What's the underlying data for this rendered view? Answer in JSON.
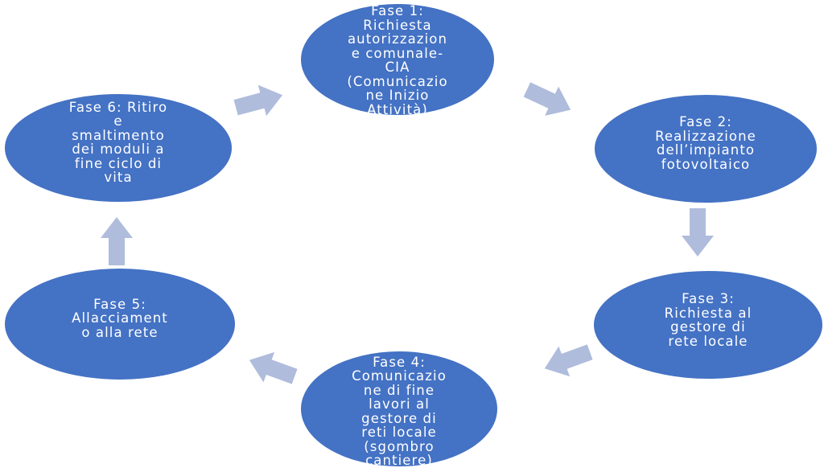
{
  "colors": {
    "node_fill": "#4472C4",
    "arrow_fill": "#AFBCDC",
    "text": "#FFFFFF"
  },
  "phases": [
    {
      "id": 1,
      "label": "Fase 1:\nRichiesta\nautorizzazion\ne comunale-\nCIA\n(Comunicazio\nne Inizio\nAttività)"
    },
    {
      "id": 2,
      "label": "Fase 2:\nRealizzazione\ndell’impianto\nfotovoltaico"
    },
    {
      "id": 3,
      "label": "Fase 3:\nRichiesta al\ngestore di\nrete locale"
    },
    {
      "id": 4,
      "label": "Fase 4:\nComunicazio\nne di fine\nlavori al\ngestore di\nreti locale\n(sgombro\ncantiere)"
    },
    {
      "id": 5,
      "label": "Fase 5:\nAllacciament\no alla rete"
    },
    {
      "id": 6,
      "label": "Fase 6: Ritiro\ne\nsmaltimento\ndei moduli a\nfine ciclo di\nvita"
    }
  ],
  "flow": [
    "1-2",
    "2-3",
    "3-4",
    "4-5",
    "5-6",
    "6-1"
  ]
}
